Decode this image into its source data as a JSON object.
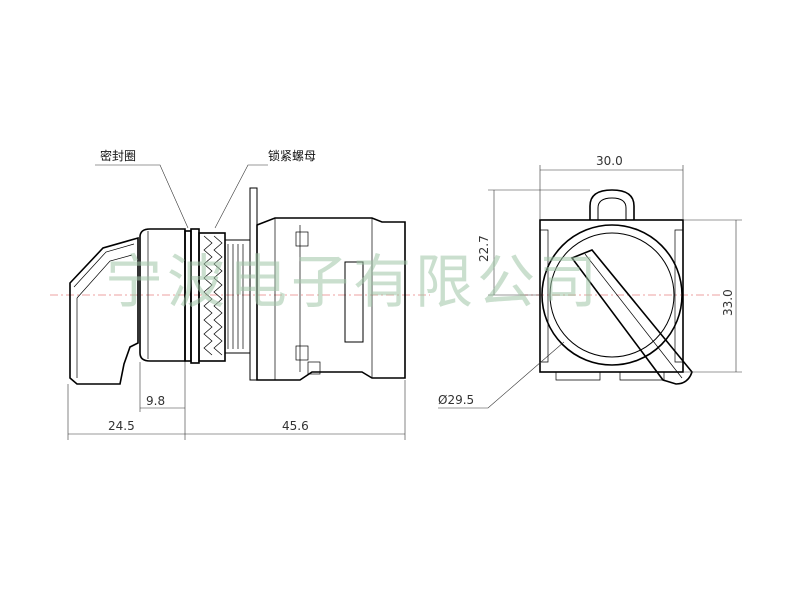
{
  "labels": {
    "seal_ring": "密封圈",
    "lock_nut": "锁紧螺母"
  },
  "dimensions": {
    "d_9_8": "9.8",
    "d_24_5": "24.5",
    "d_45_6": "45.6",
    "d_30_0": "30.0",
    "d_22_7": "22.7",
    "d_33_0": "33.0",
    "d_29_5": "Ø29.5"
  },
  "watermark": "宁波电子有限公司"
}
